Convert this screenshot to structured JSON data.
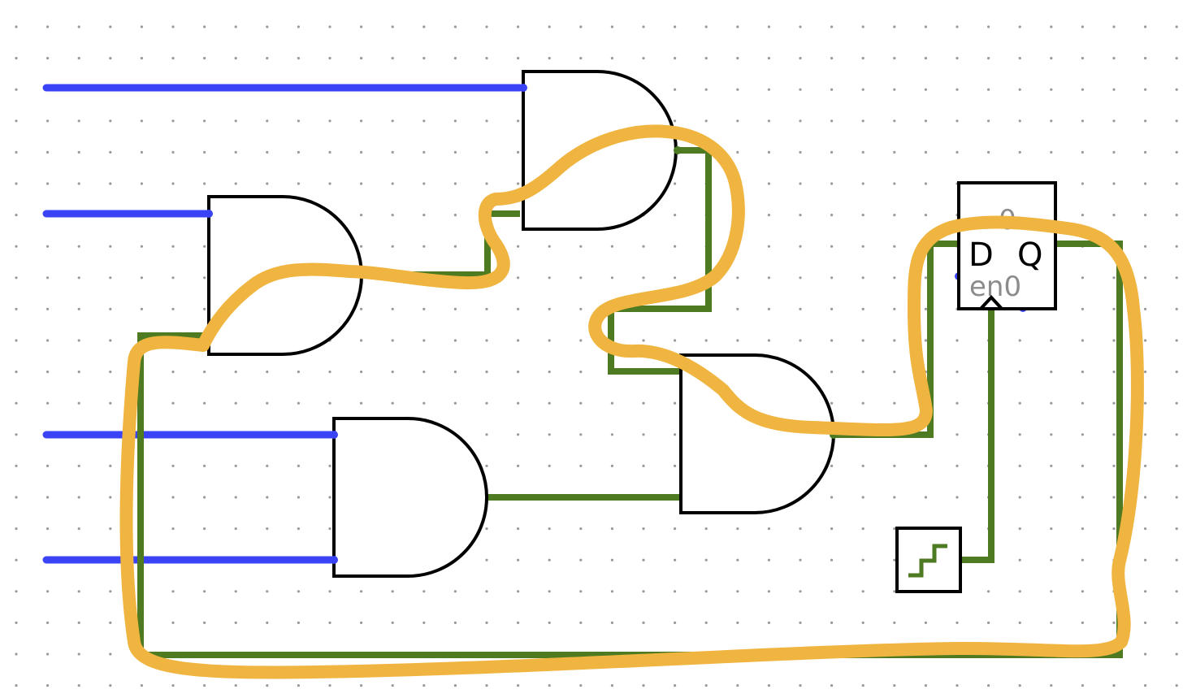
{
  "colors": {
    "background": "#ffffff",
    "grid_dot": "#9a9a9a",
    "input_wire": "#3a43f5",
    "signal_wire": "#4e7a22",
    "gate_stroke": "#000000",
    "pin_dot": "#3a43f5",
    "highlight": "#f0b540",
    "label_gray": "#8c8c8c"
  },
  "flipflop": {
    "value": "0",
    "d_label": "D",
    "q_label": "Q",
    "en_label": "en0"
  },
  "icons": [
    "clock-icon"
  ]
}
